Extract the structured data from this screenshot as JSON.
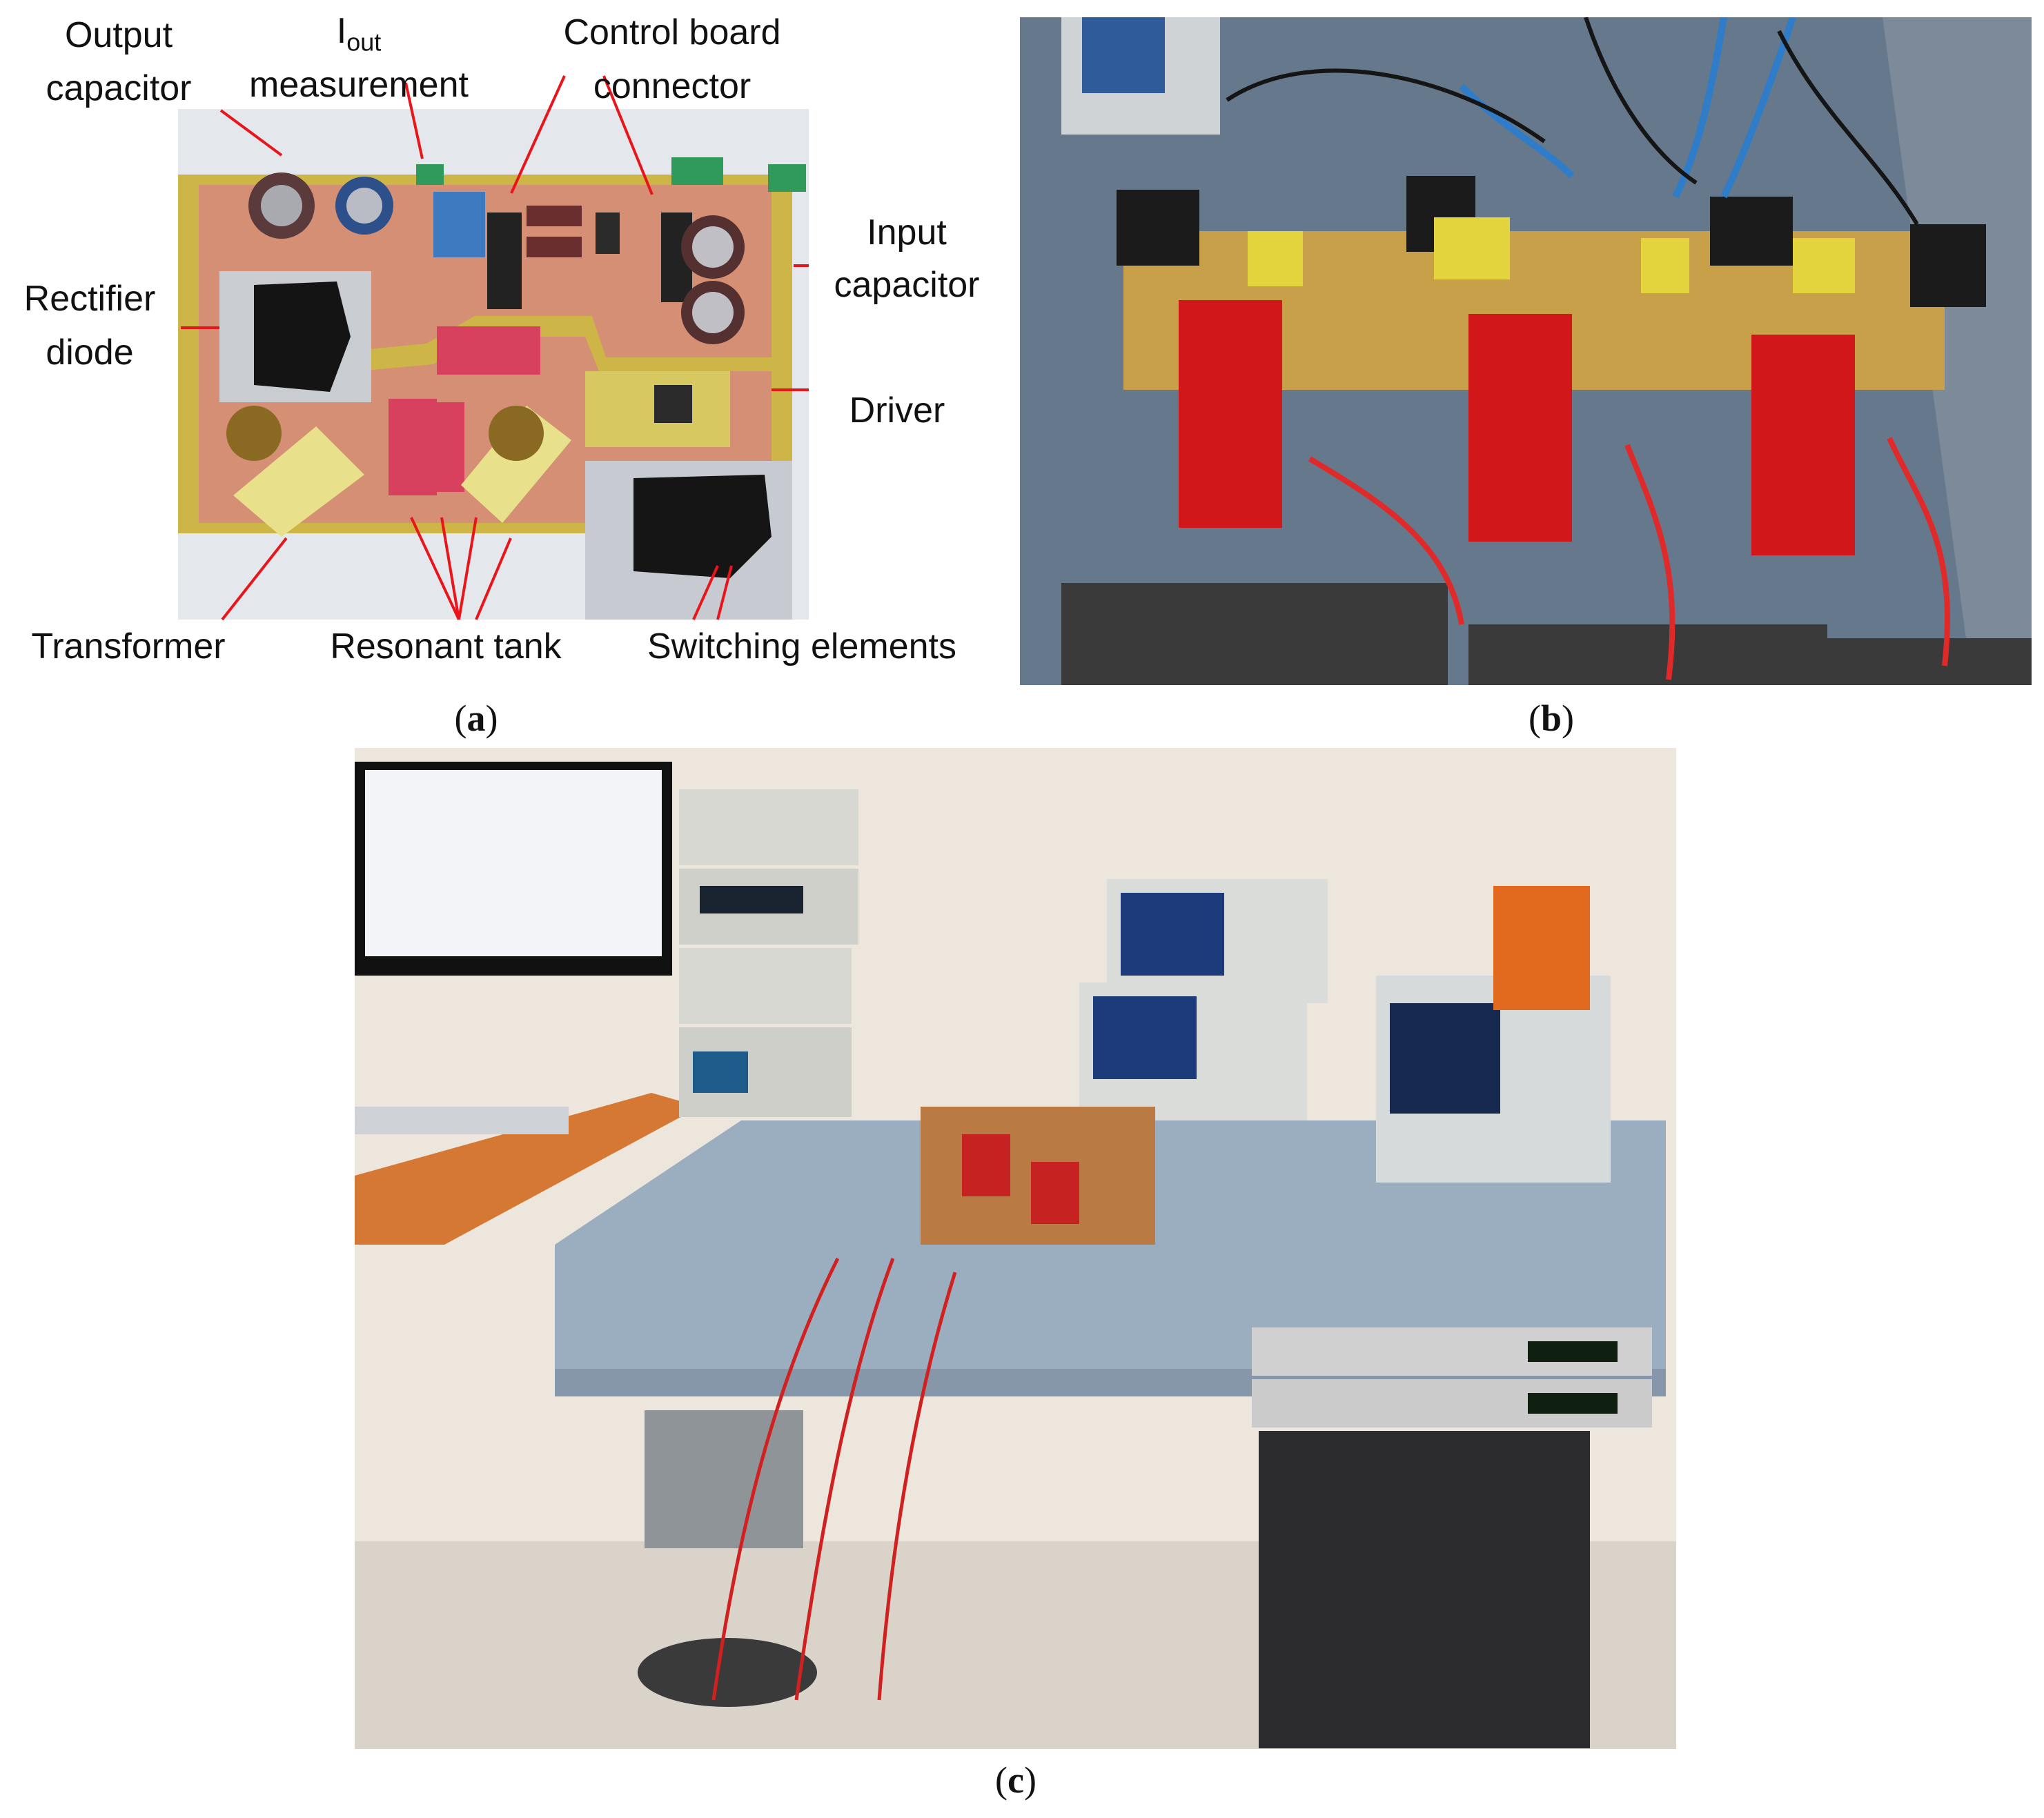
{
  "panel_a": {
    "labels": {
      "output_capacitor_l1": "Output",
      "output_capacitor_l2": "capacitor",
      "iout_main": "I",
      "iout_sub": "out",
      "iout_l2": "measurement",
      "control_board_l1": "Control board",
      "control_board_l2": "connector",
      "input_capacitor_l1": "Input",
      "input_capacitor_l2": "capacitor",
      "rectifier_l1": "Rectifier",
      "rectifier_l2": "diode",
      "driver": "Driver",
      "transformer": "Transformer",
      "resonant_tank": "Resonant tank",
      "switching_elements": "Switching elements"
    },
    "caption_letter": "a"
  },
  "panel_b": {
    "caption_letter": "b"
  },
  "panel_c": {
    "caption_letter": "c"
  },
  "colors": {
    "pointer_line": "#e8151b",
    "pcb_board": "#d9c55a",
    "pcb_copper": "#d9957a",
    "control_board_red": "#d11a1a",
    "bench_table": "#9aaec0",
    "wall": "#ece7de"
  }
}
